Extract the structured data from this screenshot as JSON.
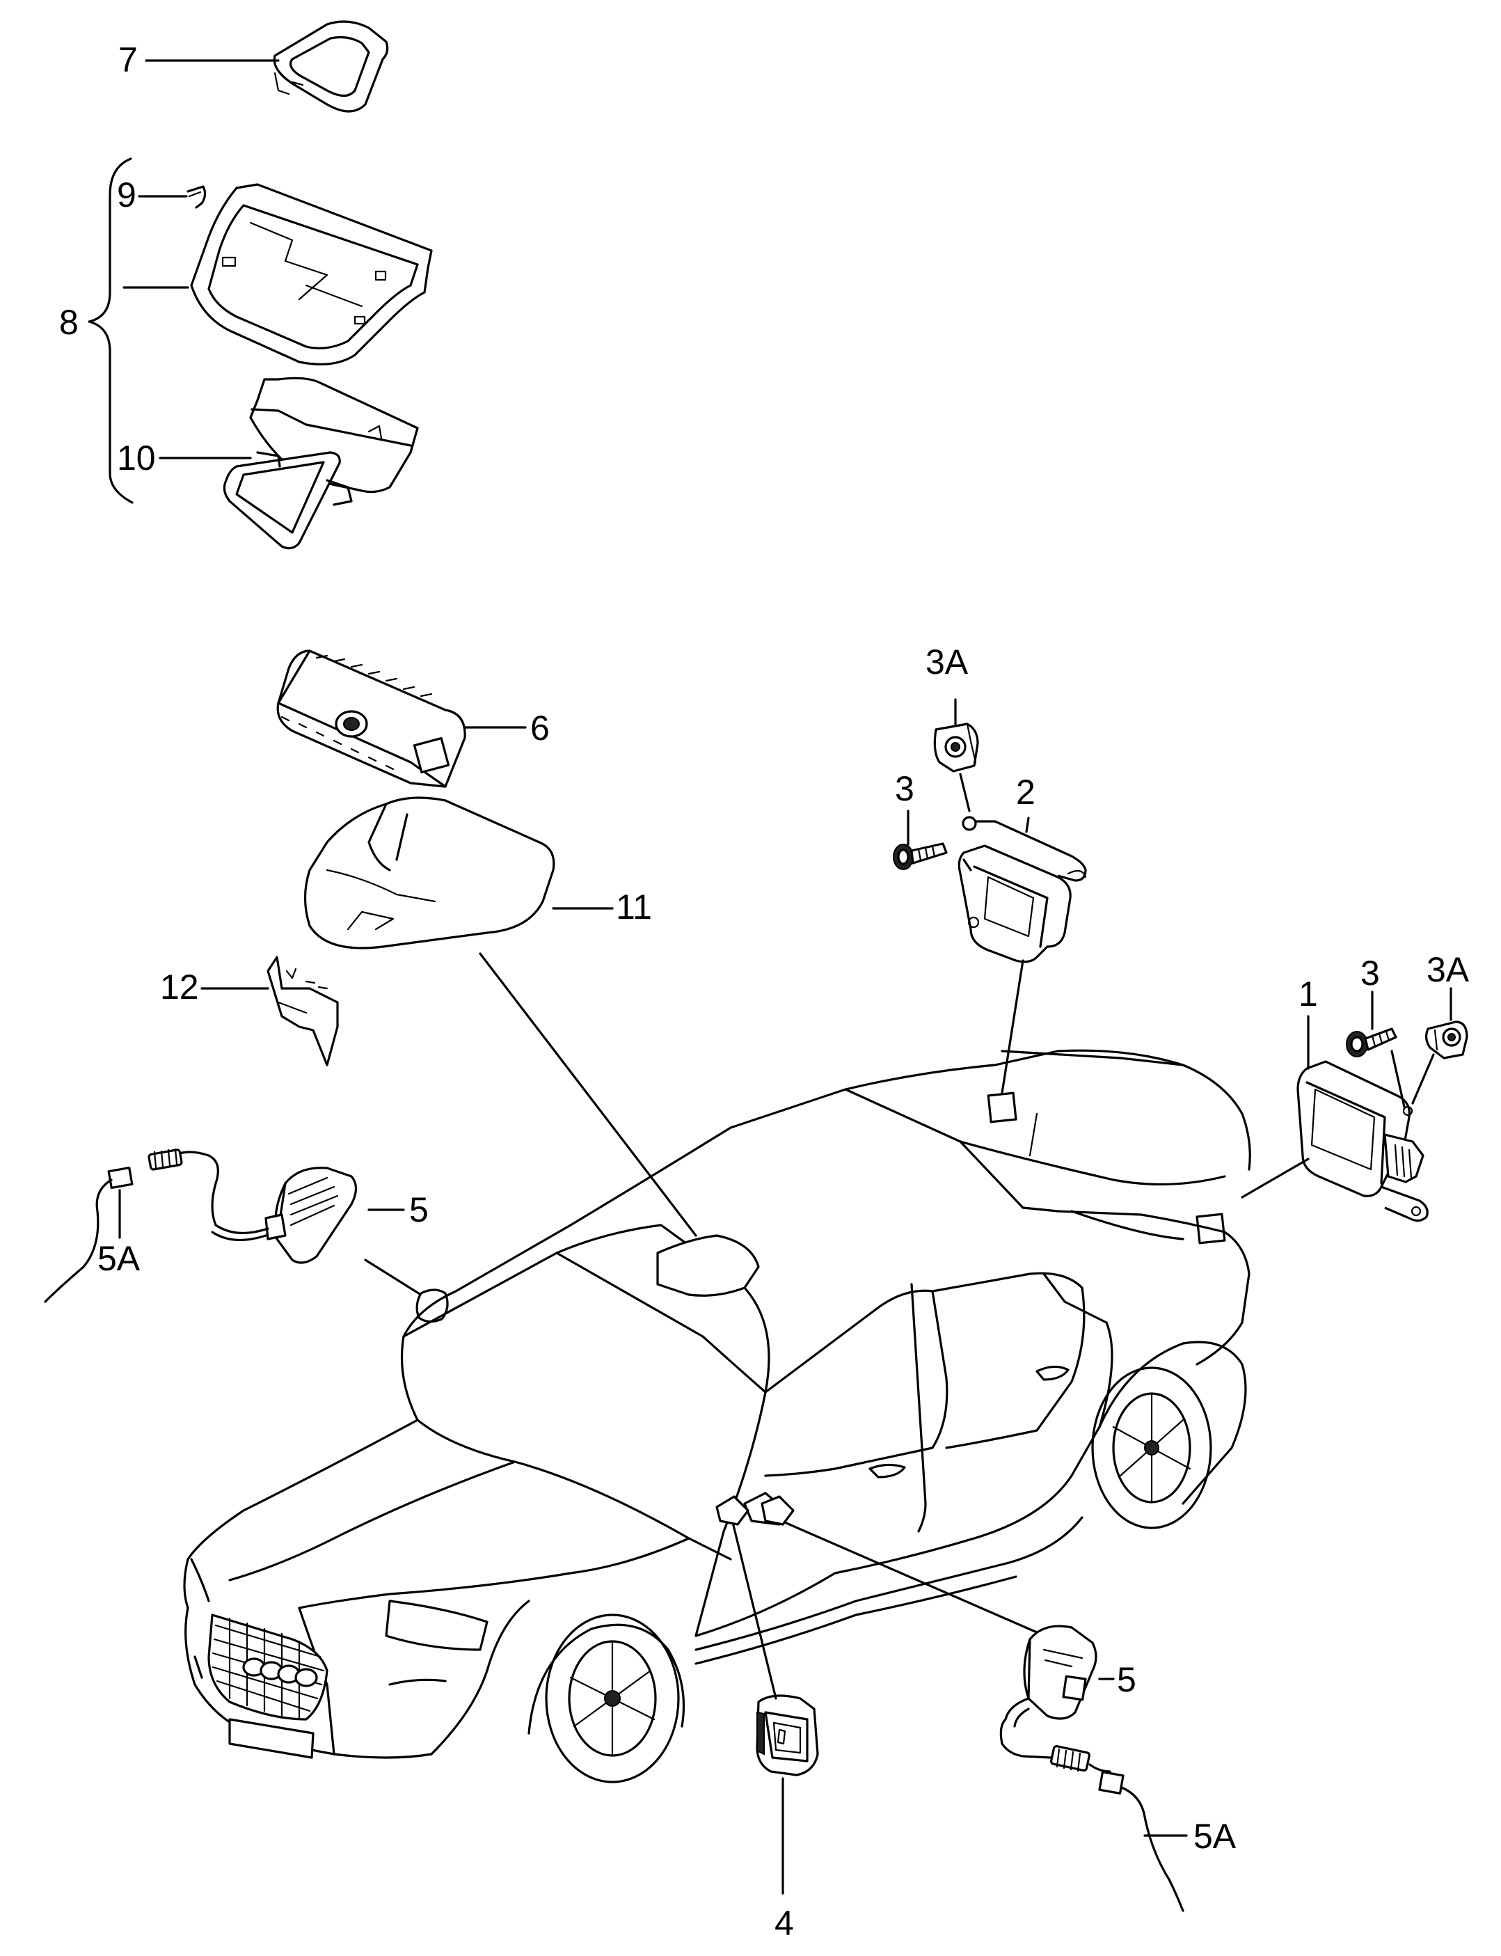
{
  "diagram": {
    "callouts": {
      "c1": "1",
      "c2": "2",
      "c3a": "3",
      "c3b": "3",
      "c3Aa": "3A",
      "c3Ab": "3A",
      "c4": "4",
      "c5a": "5",
      "c5b": "5",
      "c5Aa": "5A",
      "c5Ab": "5A",
      "c6": "6",
      "c7": "7",
      "c8": "8",
      "c9": "9",
      "c10": "10",
      "c11": "11",
      "c12": "12"
    }
  }
}
